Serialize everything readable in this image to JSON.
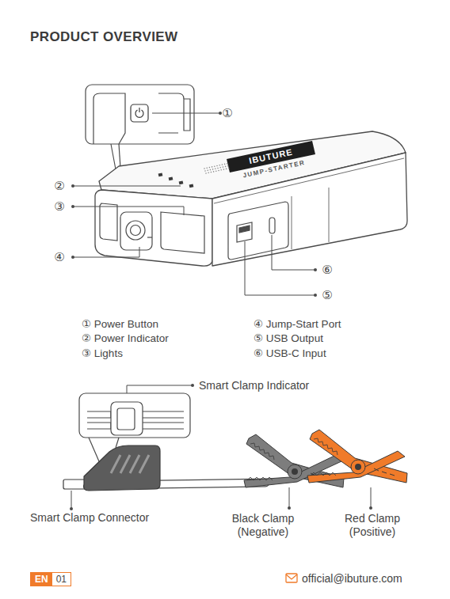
{
  "diagram": {
    "title": "PRODUCT OVERVIEW",
    "nodes": [
      {
        "text": [
          "EN",
          "01"
        ]
      }
    ],
    "labels": [
      "①",
      "②",
      "③",
      "④",
      "⑥",
      "⑤",
      "① Power Button",
      "② Power Indicator",
      "③ Lights",
      "④ Jump-Start Port",
      "⑤ USB Output",
      "⑥ USB-C Input",
      "IBUTURE",
      "JUMP-STARTER",
      "Smart Clamp Indicator",
      "Smart Clamp Connector",
      "Black Clamp (Negative)",
      "Red Clamp (Positive)",
      "official@ibuture.com"
    ]
  }
}
